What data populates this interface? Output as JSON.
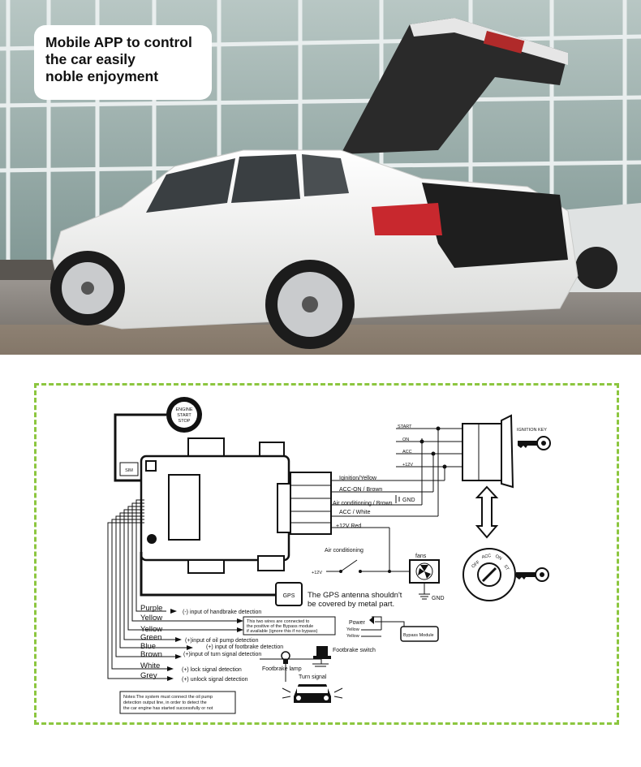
{
  "headline": {
    "line1": "Mobile APP to control",
    "line2": "the car easily",
    "line3": "noble enjoyment"
  },
  "colors": {
    "accent_border": "#8cc63f",
    "car_body": "#f4f4f2",
    "taillight": "#c8282e",
    "glass_facade": "#8fa6a4"
  },
  "diagram": {
    "start_button": {
      "line1": "ENGINE",
      "line2": "START",
      "line3": "STOP"
    },
    "sim_label": "SIM",
    "gps_label": "GPS",
    "gps_note_1": "The GPS antenna shouldn't",
    "gps_note_2": "be covered by metal part.",
    "ignition": {
      "title": "IGNITION KEY",
      "terminals": [
        "START",
        "ON",
        "ACC",
        "+12V"
      ]
    },
    "outputs": {
      "ignition": "Iginition/Yellow",
      "acc_on": "ACC-ON / Brown",
      "gnd": "GND",
      "air_cond": "Air conditioning / Brown",
      "acc_white": "ACC / White",
      "red": "+12V  Red"
    },
    "air_conditioning": "Air conditioning",
    "plus12v": "+12V",
    "fans": "fans",
    "fan_gnd": "GND",
    "inputs": [
      {
        "color": "Purple",
        "desc": "(-)  input of handbrake detection"
      },
      {
        "color": "Yellow",
        "desc": ""
      },
      {
        "color": "Yellow",
        "desc": ""
      },
      {
        "color": "Green",
        "desc": "(+)input of oil pump detection"
      },
      {
        "color": "Blue",
        "desc": "(+) input of footbrake detection"
      },
      {
        "color": "Brown",
        "desc": "(+)input of turn signal detection"
      },
      {
        "color": "White",
        "desc": "(+)  lock signal detection"
      },
      {
        "color": "Grey",
        "desc": "(+)  unlock signal detection"
      }
    ],
    "bypass_note": {
      "line1": "This two wires are connected to",
      "line2": "the positive of the Bypass module",
      "line3": "if available (ignore this if no bypass)"
    },
    "power": "Power",
    "yellow_a": "Yellow",
    "yellow_b": "Yellow",
    "bypass_module": "Bypass Module",
    "footbrake_switch": "Footbrake switch",
    "footbrake_lamp": "Footbrake lamp",
    "turn_signal": "Turn signal",
    "notes": {
      "line1": "Notes:The system must connect the oil pump",
      "line2": "detection output line, in order to detect the",
      "line3": "the car engine has started successfully or not"
    }
  }
}
